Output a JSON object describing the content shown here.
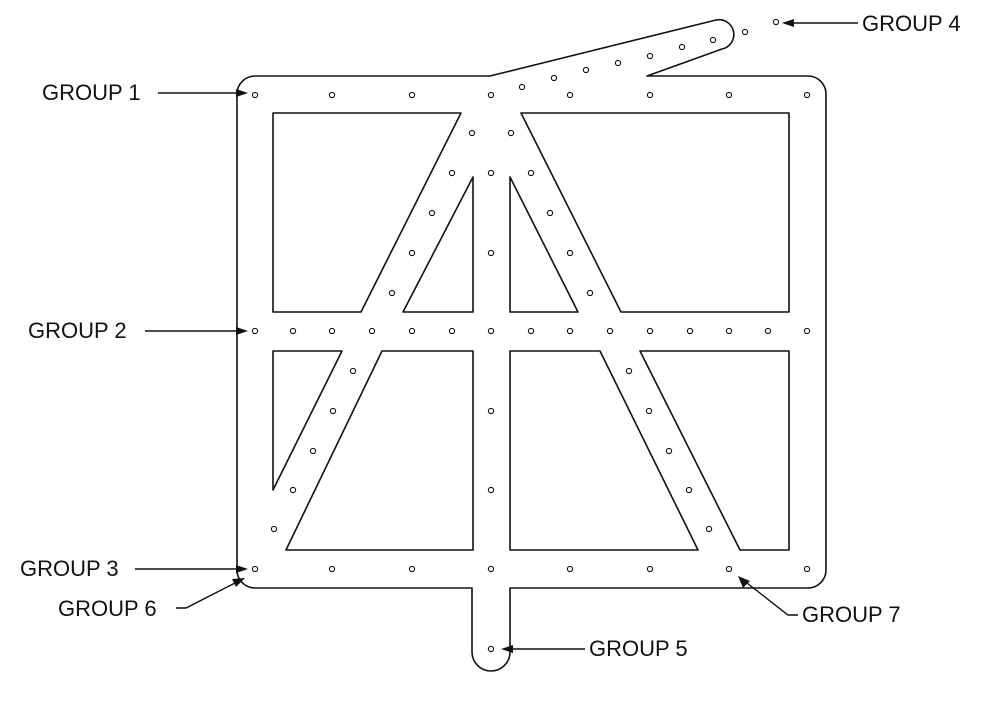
{
  "colors": {
    "line": "#111111",
    "background": "#ffffff"
  },
  "labels": {
    "group1": "GROUP 1",
    "group2": "GROUP 2",
    "group3": "GROUP 3",
    "group4": "GROUP 4",
    "group5": "GROUP 5",
    "group6": "GROUP 6",
    "group7": "GROUP 7"
  }
}
